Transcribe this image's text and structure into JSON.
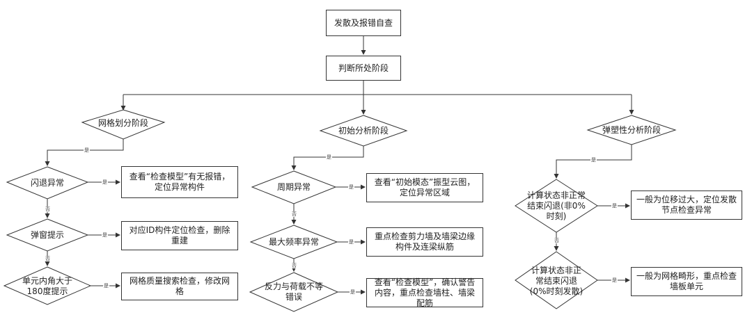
{
  "top": {
    "start": "发散及报错自查",
    "judge": "判断所处阶段"
  },
  "phases": {
    "mesh": "网格划分阶段",
    "initial": "初始分析阶段",
    "plastic": "弹塑性分析阶段"
  },
  "mesh": {
    "d1": "闪退异常",
    "a1": "查看“检查模型”有无报错，定位异常构件",
    "d2": "弹窗提示",
    "a2": "对应ID构件定位检查，删除重建",
    "d3": "单元内角大于180度提示",
    "a3": "网格质量搜索检查，修改网格"
  },
  "initial": {
    "d1": "周期异常",
    "a1": "查看“初始模态”振型云图，定位异常区域",
    "d2": "最大频率异常",
    "a2": "重点检查剪力墙及墙梁边缘构件及连梁纵筋",
    "d3": "反力与荷载不等错误",
    "a3": "查看“检查模型”，确认警告内容，重点检查墙柱、墙梁配筋"
  },
  "plastic": {
    "d1": "计算状态非正常结束闪退(非0%时刻)",
    "a1": "一般为位移过大，定位发散节点检查异常",
    "d2": "计算状态非正常结束闪退(0%时刻发散)",
    "a2": "一般为网格畸形，重点检查墙板单元"
  },
  "labels": {
    "yes": "是",
    "no": "否"
  }
}
